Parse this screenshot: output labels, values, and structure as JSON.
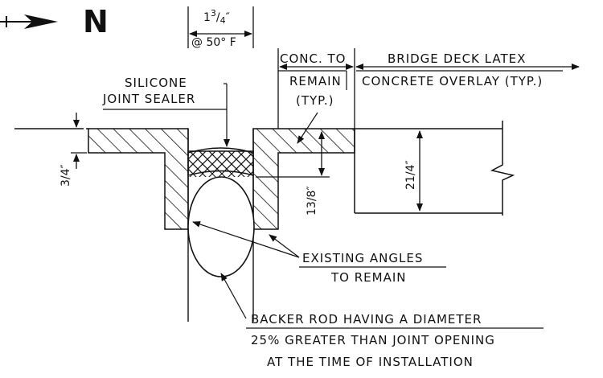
{
  "north_arrow": {
    "letter": "N"
  },
  "dimensions": {
    "joint_width": {
      "whole": "1",
      "num": "3",
      "den": "4",
      "unit": "″"
    },
    "temperature_note": "@ 50° F",
    "left_depth": {
      "num": "3",
      "den": "4",
      "unit": "″"
    },
    "angle_depth": {
      "whole": "1",
      "num": "3",
      "den": "8",
      "unit": "″"
    },
    "deck_depth": {
      "whole": "2",
      "num": "1",
      "den": "4",
      "unit": "″"
    }
  },
  "labels": {
    "silicone": [
      "SILICONE",
      "JOINT SEALER"
    ],
    "conc": [
      "CONC. TO",
      "REMAIN",
      "(TYP.)"
    ],
    "overlay": [
      "BRIDGE DECK LATEX",
      "CONCRETE OVERLAY (TYP.)"
    ],
    "angles": [
      "EXISTING ANGLES",
      "TO REMAIN"
    ],
    "backer": [
      "BACKER ROD HAVING A DIAMETER",
      "25% GREATER THAN JOINT OPENING",
      "AT THE TIME OF INSTALLATION"
    ]
  },
  "colors": {
    "ink": "#111111",
    "background": "#ffffff"
  }
}
